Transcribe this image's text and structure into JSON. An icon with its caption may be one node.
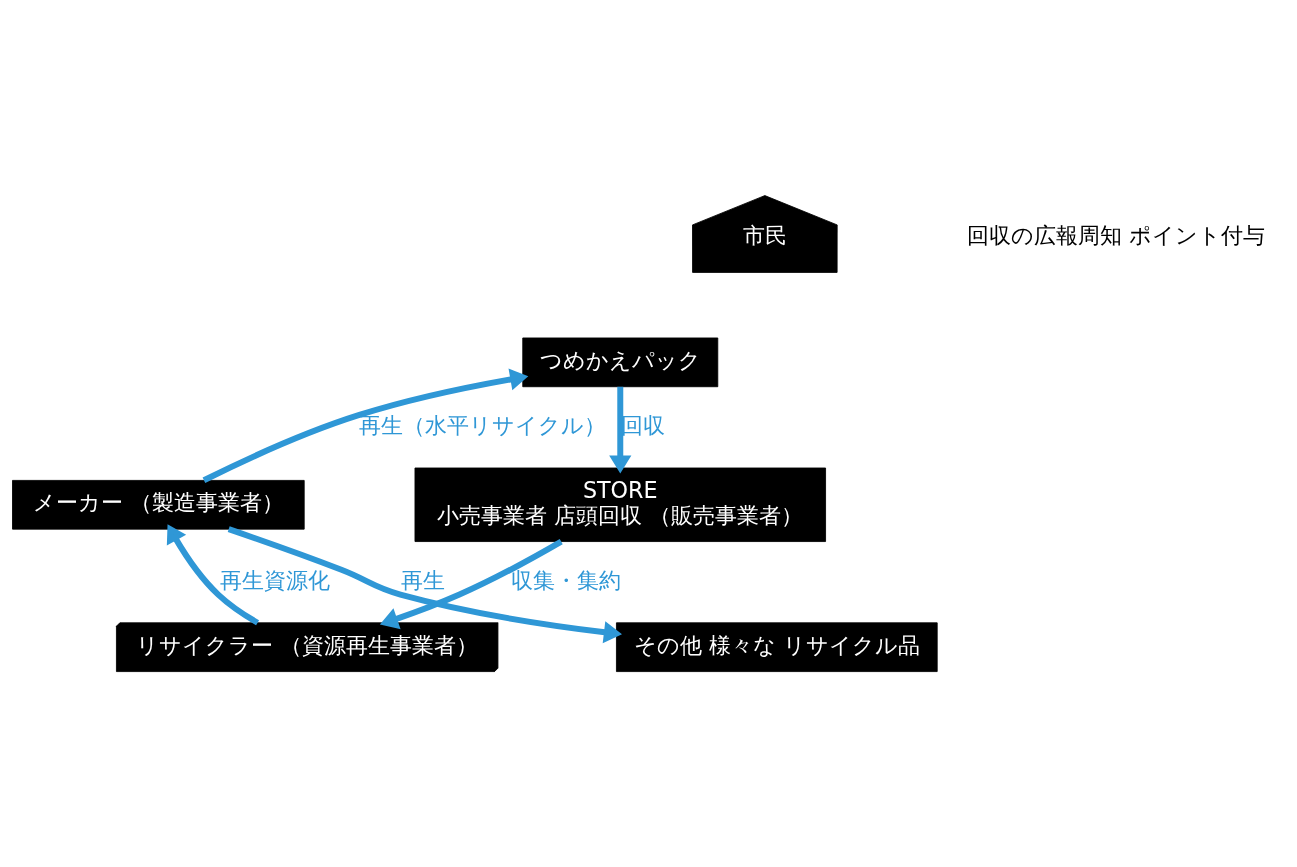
{
  "diagram": {
    "nodes": [
      {
        "text": [
          "市民"
        ]
      },
      {
        "text": [
          "つめかえパック"
        ]
      },
      {
        "text": [
          "STORE",
          "小売事業者 店頭回収 （販売事業者）"
        ]
      },
      {
        "text": [
          "リサイクラー （資源再生事業者）"
        ]
      },
      {
        "text": [
          "メーカー （製造事業者）"
        ]
      },
      {
        "text": [
          "その他 様々な リサイクル品"
        ]
      }
    ],
    "edges": [
      {
        "from": 1,
        "to": 2,
        "arrow": "to",
        "label": "回収"
      },
      {
        "from": 2,
        "to": 3,
        "arrow": "to",
        "label": "収集・集約"
      },
      {
        "from": 3,
        "to": 4,
        "arrow": "to",
        "label": "再生資源化"
      },
      {
        "from": 4,
        "to": 1,
        "arrow": "to",
        "label": "再生（水平リサイクル）"
      },
      {
        "from": 4,
        "to": 5,
        "arrow": "to",
        "label": "再生"
      }
    ],
    "labels": [
      "回収の広報周知 ポイント付与"
    ]
  }
}
